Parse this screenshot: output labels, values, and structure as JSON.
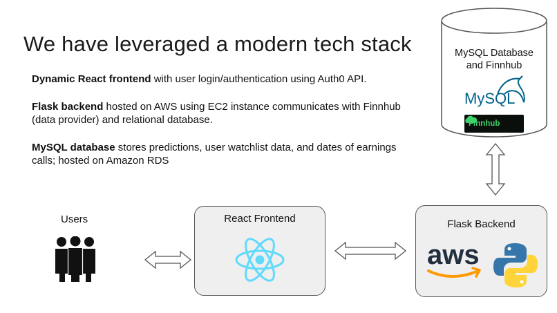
{
  "title": "We have leveraged a modern tech stack",
  "bullets": [
    {
      "bold": "Dynamic React frontend",
      "rest": " with user login/authentication using Auth0 API."
    },
    {
      "bold": "Flask backend",
      "rest": " hosted on AWS using EC2 instance communicates with Finnhub (data provider) and relational database."
    },
    {
      "bold": "MySQL database",
      "rest": " stores predictions, user watchlist data, and dates of earnings calls; hosted on Amazon RDS"
    }
  ],
  "database": {
    "label_line1": "MySQL Database",
    "label_line2": "and Finnhub",
    "mysql_logo_text": "MySQL",
    "finnhub_logo_text": "Finnhub"
  },
  "users": {
    "label": "Users"
  },
  "frontend": {
    "label": "React Frontend"
  },
  "backend": {
    "label": "Flask Backend",
    "aws_logo_text": "aws"
  },
  "colors": {
    "box_fill": "#efefef",
    "react_blue": "#61dafb",
    "mysql_blue": "#00618a",
    "mysql_orange": "#e48e00",
    "aws_orange": "#ff9900",
    "python_blue": "#3776ab",
    "python_yellow": "#ffd43b",
    "finnhub_green": "#3fd26a"
  }
}
